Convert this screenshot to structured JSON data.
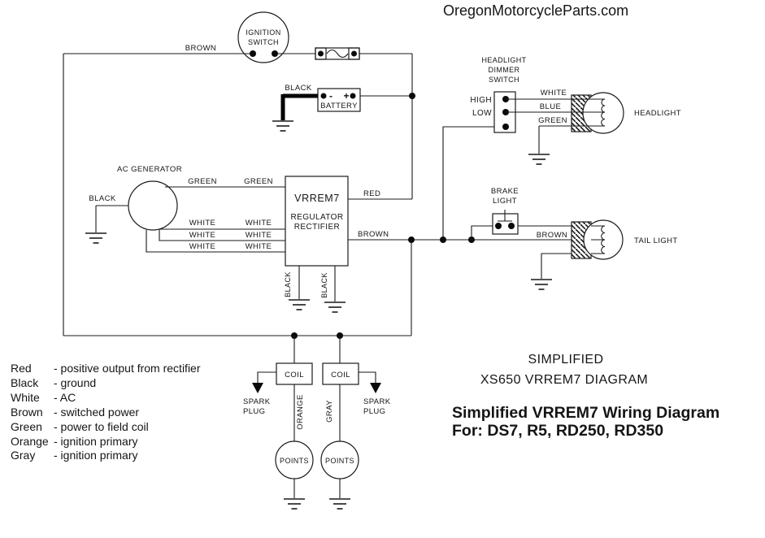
{
  "site_title": "OregonMotorcycleParts.com",
  "diagram": {
    "top_wire_label": "BROWN",
    "ignition": {
      "lines": [
        "IGNITION",
        "SWITCH"
      ]
    },
    "battery": {
      "label": "BATTERY",
      "minus": "-",
      "plus": "+",
      "ground_wire": "BLACK"
    },
    "dimmer": {
      "title_lines": [
        "HEADLIGHT",
        "DIMMER",
        "SWITCH"
      ],
      "high": "HIGH",
      "low": "LOW"
    },
    "headlight": {
      "label": "HEADLIGHT",
      "white": "WHITE",
      "blue": "BLUE",
      "green": "GREEN"
    },
    "generator": {
      "label": "AC GENERATOR",
      "black": "BLACK",
      "green_labels": [
        "GREEN",
        "GREEN"
      ],
      "white_labels": [
        "WHITE",
        "WHITE",
        "WHITE",
        "WHITE",
        "WHITE",
        "WHITE"
      ]
    },
    "regulator": {
      "name": "VRREM7",
      "type_lines": [
        "REGULATOR",
        "RECTIFIER"
      ],
      "red": "RED",
      "brown": "BROWN",
      "grounds": [
        "BLACK",
        "BLACK"
      ]
    },
    "brake": {
      "title_lines": [
        "BRAKE",
        "LIGHT"
      ]
    },
    "tail": {
      "label": "TAIL LIGHT",
      "brown": "BROWN"
    },
    "ignition_coils": {
      "coil_labels": [
        "COIL",
        "COIL"
      ],
      "spark_plug_lines": [
        "SPARK",
        "PLUG"
      ],
      "primary_wires": [
        "ORANGE",
        "GRAY"
      ],
      "points_labels": [
        "POINTS",
        "POINTS"
      ]
    }
  },
  "legend": {
    "items": [
      {
        "name": "Red",
        "desc": "- positive output from rectifier"
      },
      {
        "name": "Black",
        "desc": "- ground"
      },
      {
        "name": "White",
        "desc": "- AC"
      },
      {
        "name": "Brown",
        "desc": "- switched power"
      },
      {
        "name": "Green",
        "desc": "- power to field coil"
      },
      {
        "name": "Orange",
        "desc": "- ignition primary"
      },
      {
        "name": "Gray",
        "desc": "- ignition primary"
      }
    ]
  },
  "captions": {
    "line1": "SIMPLIFIED",
    "line2": "XS650 VRREM7 DIAGRAM",
    "bold1": "Simplified VRREM7 Wiring Diagram",
    "bold2": "For: DS7, R5, RD250, RD350"
  }
}
